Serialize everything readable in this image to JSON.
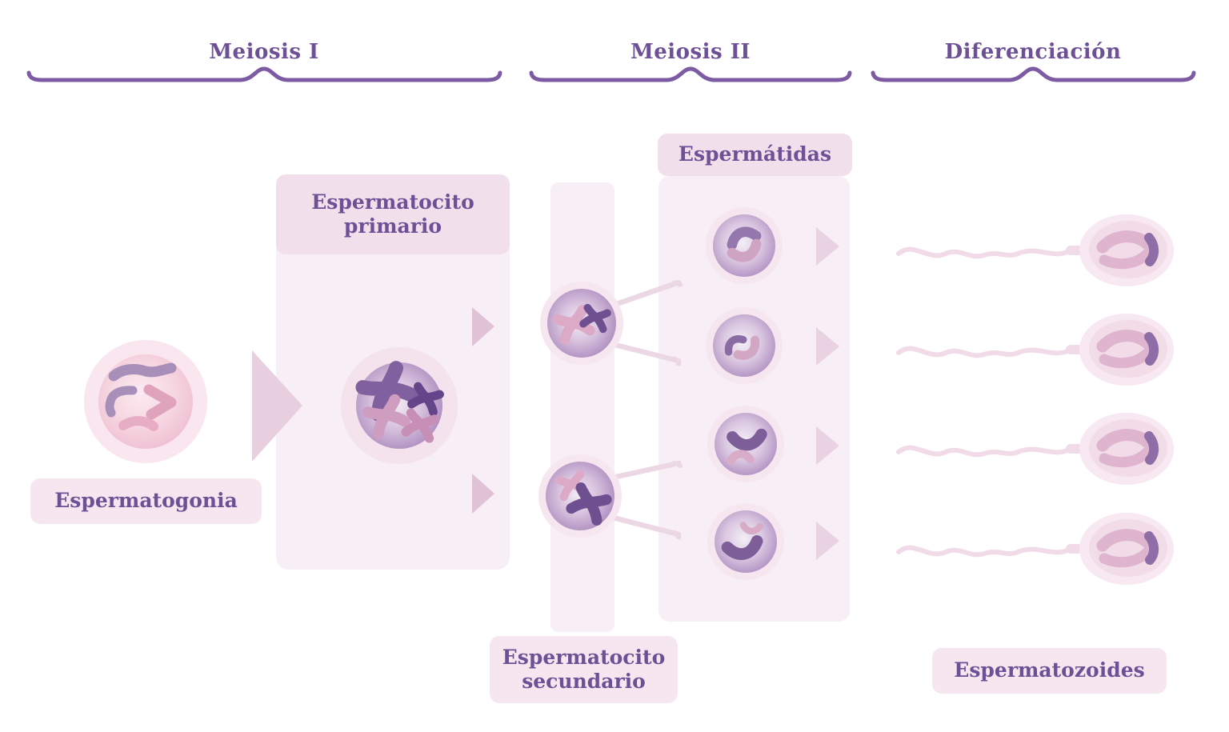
{
  "phases": [
    {
      "label": "Meiosis I"
    },
    {
      "label": "Meiosis II"
    },
    {
      "label": "Diferenciación"
    }
  ],
  "stage_labels": {
    "espermatogonia": "Espermatogonia",
    "espermatocito_primario": "Espermatocito primario",
    "espermatocito_secundario": "Espermatocito secundario",
    "espermatidas": "Espermátidas",
    "espermatozoides": "Espermatozoides"
  },
  "cell_counts": {
    "espermatogonia": 1,
    "espermatocito_primario": 1,
    "espermatocito_secundario": 2,
    "espermatidas": 4,
    "espermatozoides": 4
  },
  "colors": {
    "text_purple": "#6d5096",
    "brace_purple": "#7c5aa4",
    "band_pink": "#f8eef5",
    "column_label_box": "#f1e0ec",
    "floating_label_box": "#f6e6f0",
    "big_arrow": "#e8cfe0",
    "small_arrow": "#dfc2d5",
    "thin_arrow": "#ecd7e5",
    "chromosome_purple": "#7a5a9c",
    "chromosome_pink": "#d09cbe"
  }
}
